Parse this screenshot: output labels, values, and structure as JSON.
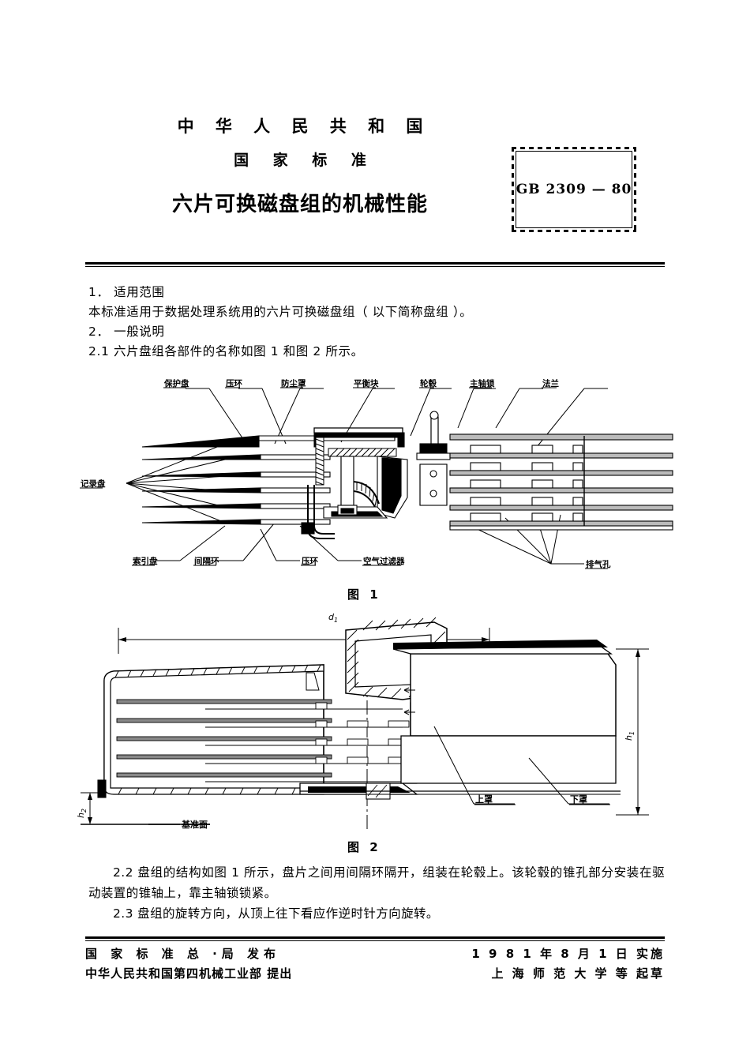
{
  "document": {
    "nation": "中 华 人 民 共 和 国",
    "standard_word": "国 家 标 准",
    "title": "六片可换磁盘组的机械性能",
    "std_number": "GB  2309 — 80"
  },
  "body": {
    "s1_heading": "1． 适用范围",
    "s1_text": "本标准适用于数据处理系统用的六片可换磁盘组（ 以下简称盘组 ）。",
    "s2_heading": "2． 一般说明",
    "s2_1": "2.1 六片盘组各部件的名称如图 1 和图 2 所示。",
    "s2_2": "2.2 盘组的结构如图 1 所示，盘片之间用间隔环隔开，组装在轮毂上。该轮毂的锥孔部分安装在驱动装置的锥轴上，靠主轴锁锁紧。",
    "s2_3": "2.3 盘组的旋转方向，从顶上往下看应作逆时针方向旋转。"
  },
  "figure1": {
    "caption": "图 1",
    "labels_top": [
      "保护盘",
      "压环",
      "防尘罩",
      "平衡块",
      "轮毂",
      "主轴锁",
      "法兰"
    ],
    "label_left": "记录盘",
    "labels_bottom": [
      "索引盘",
      "间隔环",
      "压环",
      "空气过滤器",
      "排气孔"
    ]
  },
  "figure2": {
    "caption": "图 2",
    "dim_width": "d",
    "dim_width_sub": "1",
    "dim_height_major": "h",
    "dim_height_major_sub": "1",
    "dim_height_minor": "h",
    "dim_height_minor_sub": "2",
    "label_datum": "基准面",
    "label_upper_cover": "上罩",
    "label_lower_cover": "下罩"
  },
  "footer": {
    "issuer": "国 家 标 准 总 ·局 发布",
    "proposer": "中华人民共和国第四机械工业部  提出",
    "effective_date": "1 9 8 1 年 8 月 1 日  实施",
    "drafter": "上 海 师 范 大 学 等  起草"
  },
  "colors": {
    "ink": "#000000",
    "paper": "#ffffff"
  }
}
